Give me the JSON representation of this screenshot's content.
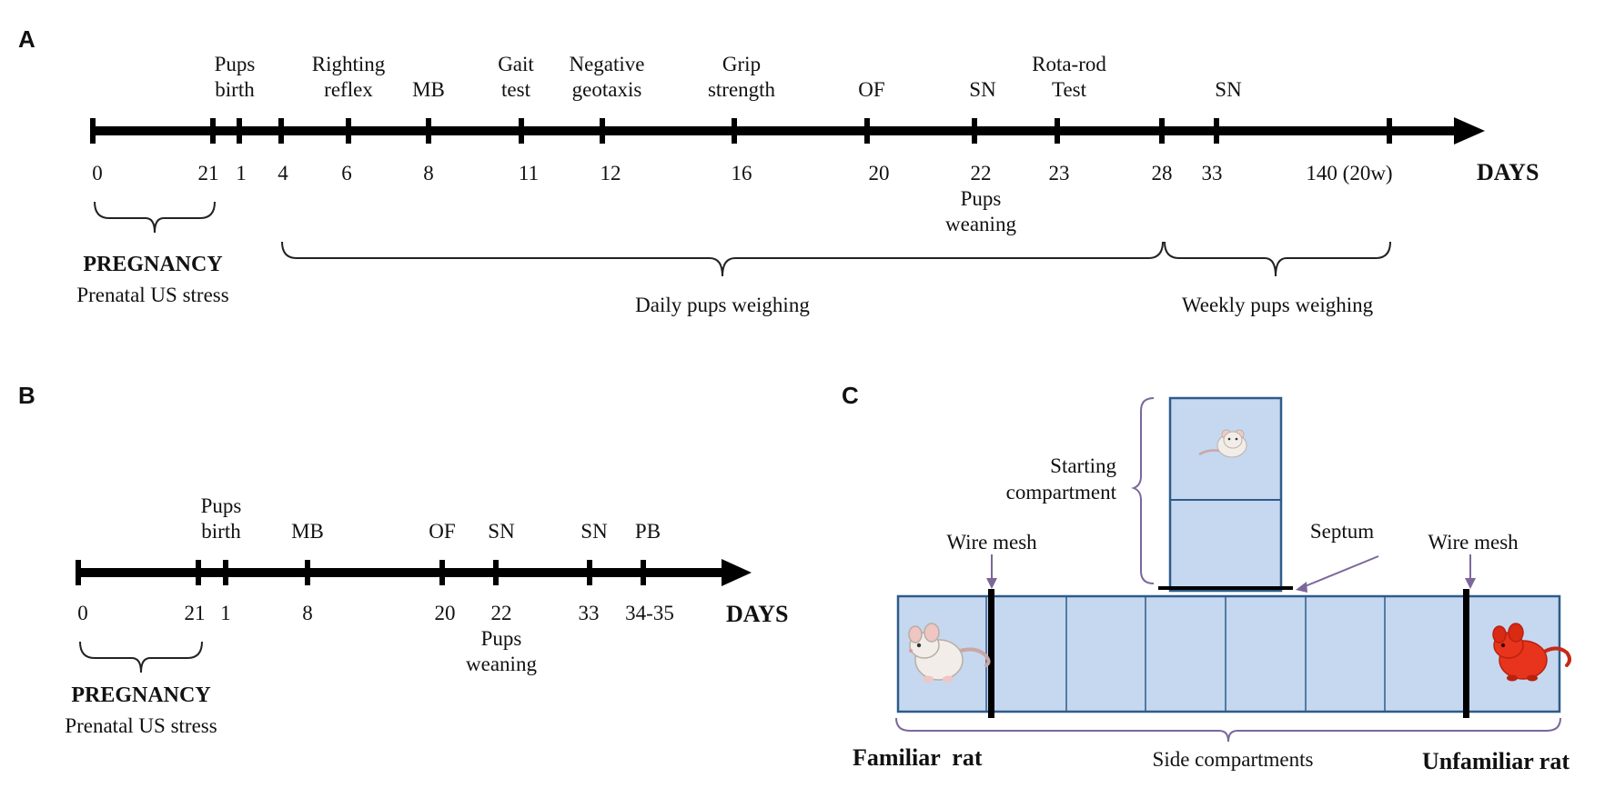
{
  "panels": {
    "a": "A",
    "b": "B",
    "c": "C"
  },
  "colors": {
    "timeline": "#000000",
    "brace": "#222222",
    "cage_fill": "#c5d8ef",
    "cage_stroke": "#2e5b8a",
    "annotation": "#7c679b",
    "familiar_rat": "#f2ede8",
    "unfamiliar_rat": "#e8341c"
  },
  "timeline_a": {
    "days_label": "DAYS",
    "ticks": [
      "0",
      "21",
      "1",
      "4",
      "6",
      "8",
      "11",
      "12",
      "16",
      "20",
      "22",
      "23",
      "28",
      "33",
      "140 (20w)"
    ],
    "events": [
      {
        "l1": "Pups",
        "l2": "birth"
      },
      {
        "l1": "Righting",
        "l2": "reflex"
      },
      {
        "l1": "",
        "l2": "MB"
      },
      {
        "l1": "Gait",
        "l2": "test"
      },
      {
        "l1": "Negative",
        "l2": "geotaxis"
      },
      {
        "l1": "Grip",
        "l2": "strength"
      },
      {
        "l1": "",
        "l2": "OF"
      },
      {
        "l1": "",
        "l2": "SN"
      },
      {
        "l1": "Rota-rod",
        "l2": "Test"
      },
      {
        "l1": "",
        "l2": "SN"
      }
    ],
    "weaning": {
      "l1": "Pups",
      "l2": "weaning"
    },
    "pregnancy": {
      "title": "PREGNANCY",
      "subtitle": "Prenatal US stress"
    },
    "daily": "Daily pups weighing",
    "weekly": "Weekly pups weighing"
  },
  "timeline_b": {
    "days_label": "DAYS",
    "ticks": [
      "0",
      "21",
      "1",
      "8",
      "20",
      "22",
      "33",
      "34-35"
    ],
    "events": [
      {
        "l1": "Pups",
        "l2": "birth"
      },
      {
        "l1": "",
        "l2": "MB"
      },
      {
        "l1": "",
        "l2": "OF"
      },
      {
        "l1": "",
        "l2": "SN"
      },
      {
        "l1": "",
        "l2": "SN"
      },
      {
        "l1": "",
        "l2": "PB"
      }
    ],
    "weaning": {
      "l1": "Pups",
      "l2": "weaning"
    },
    "pregnancy": {
      "title": "PREGNANCY",
      "subtitle": "Prenatal US stress"
    }
  },
  "apparatus": {
    "starting": {
      "l1": "Starting",
      "l2": "compartment"
    },
    "septum": "Septum",
    "wire_mesh": "Wire mesh",
    "familiar": "Familiar  rat",
    "unfamiliar": "Unfamiliar rat",
    "side": "Side compartments"
  }
}
